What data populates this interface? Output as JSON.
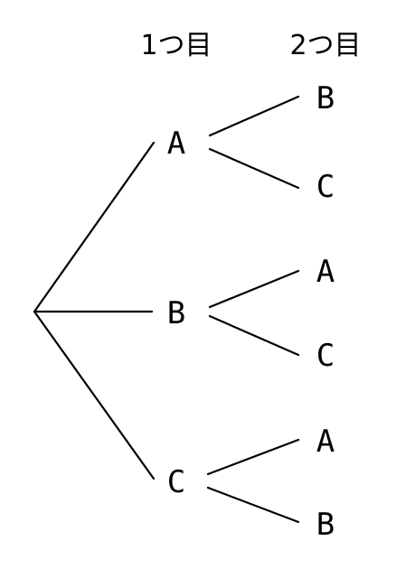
{
  "headers": {
    "first": "1つ目",
    "second": "2つ目"
  },
  "tree": {
    "first_level": [
      {
        "label": "A",
        "children": [
          "B",
          "C"
        ]
      },
      {
        "label": "B",
        "children": [
          "A",
          "C"
        ]
      },
      {
        "label": "C",
        "children": [
          "A",
          "B"
        ]
      }
    ]
  }
}
